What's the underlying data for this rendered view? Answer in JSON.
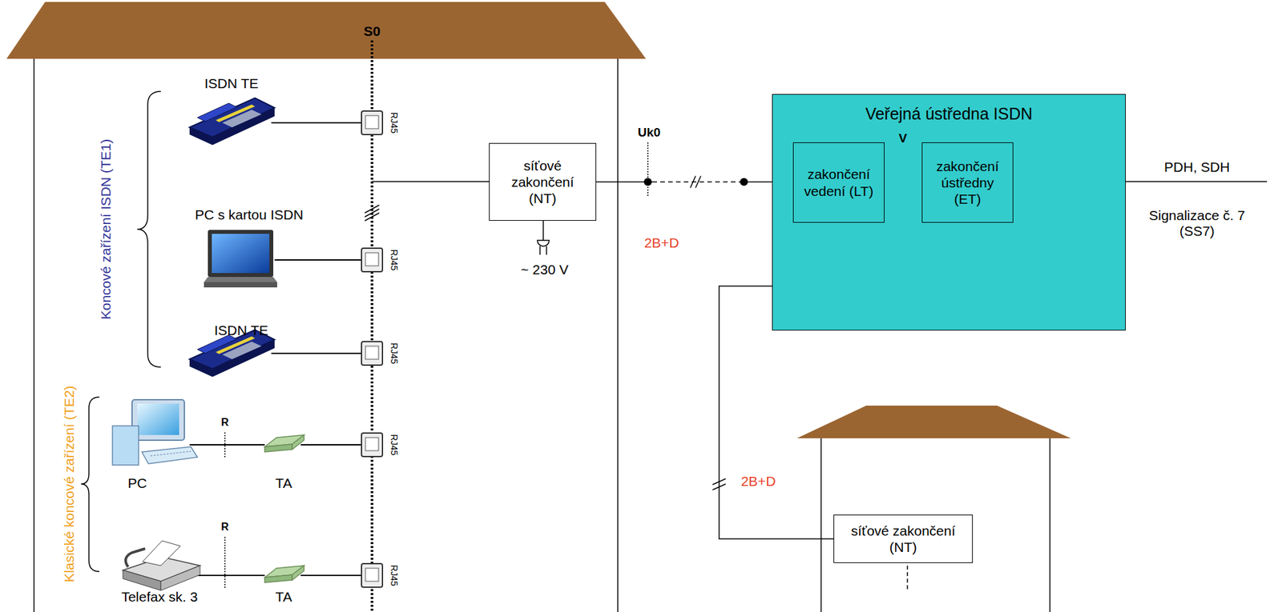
{
  "diagram": {
    "nodes": [
      {
        "text": [
          "síťové zakončení (NT)"
        ]
      },
      {
        "text": [
          "Veřejná ústředna ISDN"
        ]
      },
      {
        "text": [
          "zakončení vedení (LT)"
        ],
        "in": 1
      },
      {
        "text": [
          "zakončení ústředny (ET)"
        ],
        "in": 1
      },
      {
        "text": [
          "síťové zakončení (NT)"
        ]
      }
    ],
    "edges": [
      {
        "from": 0,
        "to": 2,
        "arrow": "none",
        "label": "2B+D"
      },
      {
        "from": 2,
        "to": 3,
        "arrow": "none",
        "label": "V"
      },
      {
        "from": 1,
        "to": 4,
        "arrow": "none",
        "label": "2B+D"
      }
    ],
    "labels": [
      "S0",
      "ISDN TE",
      "RJ45",
      "PC s kartou ISDN",
      "RJ45",
      "ISDN TE",
      "RJ45",
      "R",
      "PC",
      "TA",
      "RJ45",
      "R",
      "Telefax sk. 3",
      "TA",
      "RJ45",
      "Koncové zařízení ISDN (TE1)",
      "Klasické koncové zařízení (TE2)",
      "~ 230 V",
      "Uk0",
      "PDH, SDH",
      "Signalizace č. 7 (SS7)"
    ]
  }
}
